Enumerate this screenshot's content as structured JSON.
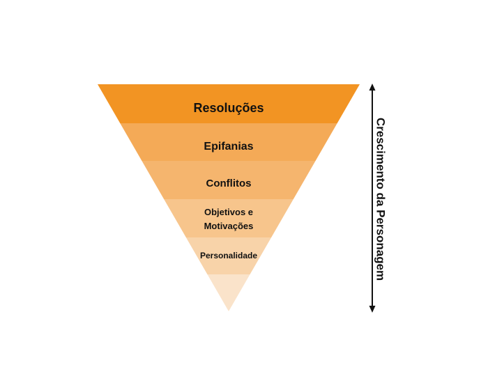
{
  "layers": [
    {
      "label": "Resoluções",
      "color": "#F29423"
    },
    {
      "label": "Epifanias",
      "color": "#F4AA57"
    },
    {
      "label": "Conflitos",
      "color": "#F5B56E"
    },
    {
      "label": "Objetivos e",
      "label2": "Motivações",
      "color": "#F7C58C"
    },
    {
      "label": "Personalidade",
      "color": "#F8D3A9"
    },
    {
      "label": "",
      "color": "#FAE3CA"
    }
  ],
  "axis": {
    "label": "Crescimento da Personagem",
    "color": "#111111"
  }
}
